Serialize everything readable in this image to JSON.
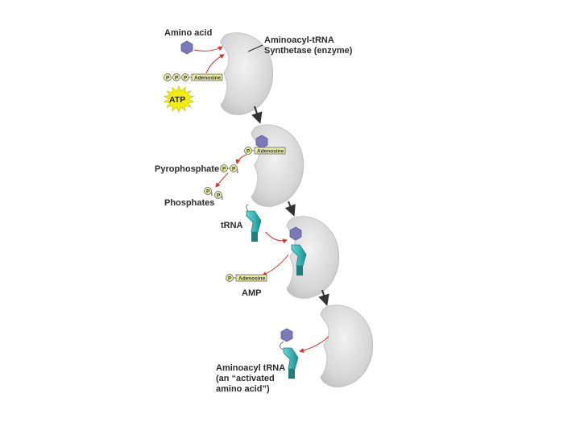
{
  "labels": {
    "amino_acid": "Amino acid",
    "enzyme_line1": "Aminoacyl-tRNA",
    "enzyme_line2": "Synthetase (enzyme)",
    "atp": "ATP",
    "pyrophosphate": "Pyrophosphate",
    "phosphates": "Phosphates",
    "trna": "tRNA",
    "amp": "AMP",
    "product_line1": "Aminoacyl tRNA",
    "product_line2": "(an “activated",
    "product_line3": "amino acid”)"
  },
  "chips": {
    "p": "P",
    "pi": "i",
    "adenosine": "Adenosine"
  },
  "colors": {
    "enzyme_fill": "#d9d9d9",
    "enzyme_stroke": "#b8b8b8",
    "amino_acid": "#7b79b8",
    "trna": "#3fb7b7",
    "trna_dark": "#1f7f7f",
    "phosphate_chip": "#e8eaa0",
    "atp_burst": "#f4f000",
    "red_arrow": "#d9332a",
    "step_arrow": "#333333"
  },
  "icons": {
    "enzyme": "enzyme-blob-icon",
    "amino_acid": "hexagon-icon",
    "trna": "trna-icon",
    "atp": "starburst-icon"
  }
}
